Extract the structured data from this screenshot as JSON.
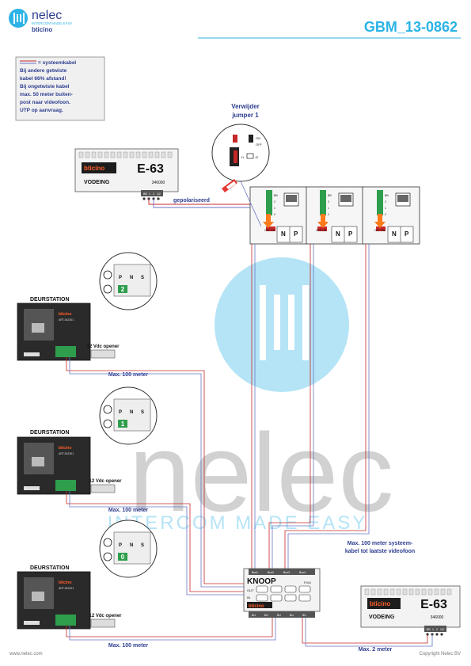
{
  "header": {
    "brand": "nelec",
    "brand_tagline": "INTERCOM MADE EASY",
    "brand_sub": "bticino",
    "doc_code": "GBM_13-0862",
    "accent": "#2bb3e6",
    "navy": "#2d3e8f"
  },
  "legend": {
    "lines": [
      "= systeemkabel",
      "Bij andere getwiste",
      "kabel 66% afstand!",
      "Bij ongetwiste kabel",
      "max. 50 meter buiten-",
      "post naar videofoon.",
      "UTP op aanvraag."
    ]
  },
  "jumper_note": {
    "lines": [
      "Verwijder",
      "jumper 1"
    ],
    "on": "ON",
    "off": "OFF",
    "j1": "J1",
    "j2": "J2"
  },
  "power_top": {
    "brand": "bticino",
    "model": "E-63",
    "label": "VODEING",
    "code": "346000",
    "terminals": [
      "BB",
      "1",
      "2",
      "1/2"
    ]
  },
  "power_bottom": {
    "brand": "bticino",
    "model": "E-63",
    "label": "VODEING",
    "code": "346000",
    "terminals": [
      "BB",
      "1",
      "2",
      "1/2"
    ]
  },
  "polarized_label": "gepolariseerd",
  "monitors": [
    {
      "n": "N",
      "p": "P",
      "pins": [
        "BB",
        "2",
        "1",
        "2"
      ],
      "offon": "OFF ON"
    },
    {
      "n": "N",
      "p": "P",
      "pins": [
        "BB",
        "2",
        "1",
        "2"
      ],
      "offon": "OFF ON"
    },
    {
      "n": "N",
      "p": "P",
      "pins": [
        "BB",
        "2",
        "1",
        "2"
      ],
      "offon": "OFF ON"
    }
  ],
  "door_stations": [
    {
      "title": "DEURSTATION",
      "brand": "bticino",
      "art": "ART.342301",
      "opener": "12 Vdc opener",
      "distance": "Max. 100 meter",
      "dip_value": "2",
      "dip_labels": [
        "P",
        "N",
        "S"
      ]
    },
    {
      "title": "DEURSTATION",
      "brand": "bticino",
      "art": "ART.342301",
      "opener": "12 Vdc opener",
      "distance": "Max. 100 meter",
      "dip_value": "1",
      "dip_labels": [
        "P",
        "N",
        "S"
      ]
    },
    {
      "title": "DEURSTATION",
      "brand": "bticino",
      "art": "ART.342301",
      "opener": "12 Vdc opener",
      "distance": "Max. 100 meter",
      "dip_value": "0",
      "dip_labels": [
        "P",
        "N",
        "S"
      ]
    }
  ],
  "knoop": {
    "title": "KNOOP",
    "sub": "F441",
    "brand": "bticino",
    "out": "OUT",
    "in": "IN",
    "top_terminals": [
      "Bus1",
      "Bus2",
      "Bus3",
      "Bus4"
    ],
    "bottom_terminals": [
      "BU",
      "BU",
      "BU",
      "BU",
      "BU"
    ]
  },
  "note_systemcable": [
    "Max. 100 meter systeem-",
    "kabel tot laatste videofoon"
  ],
  "note_2m": "Max. 2 meter",
  "watermark": {
    "word": "nelec",
    "tagline": "INTERCOM MADE EASY"
  },
  "footer": {
    "left": "www.nelec.com",
    "right": "Copyright Nelec BV"
  }
}
